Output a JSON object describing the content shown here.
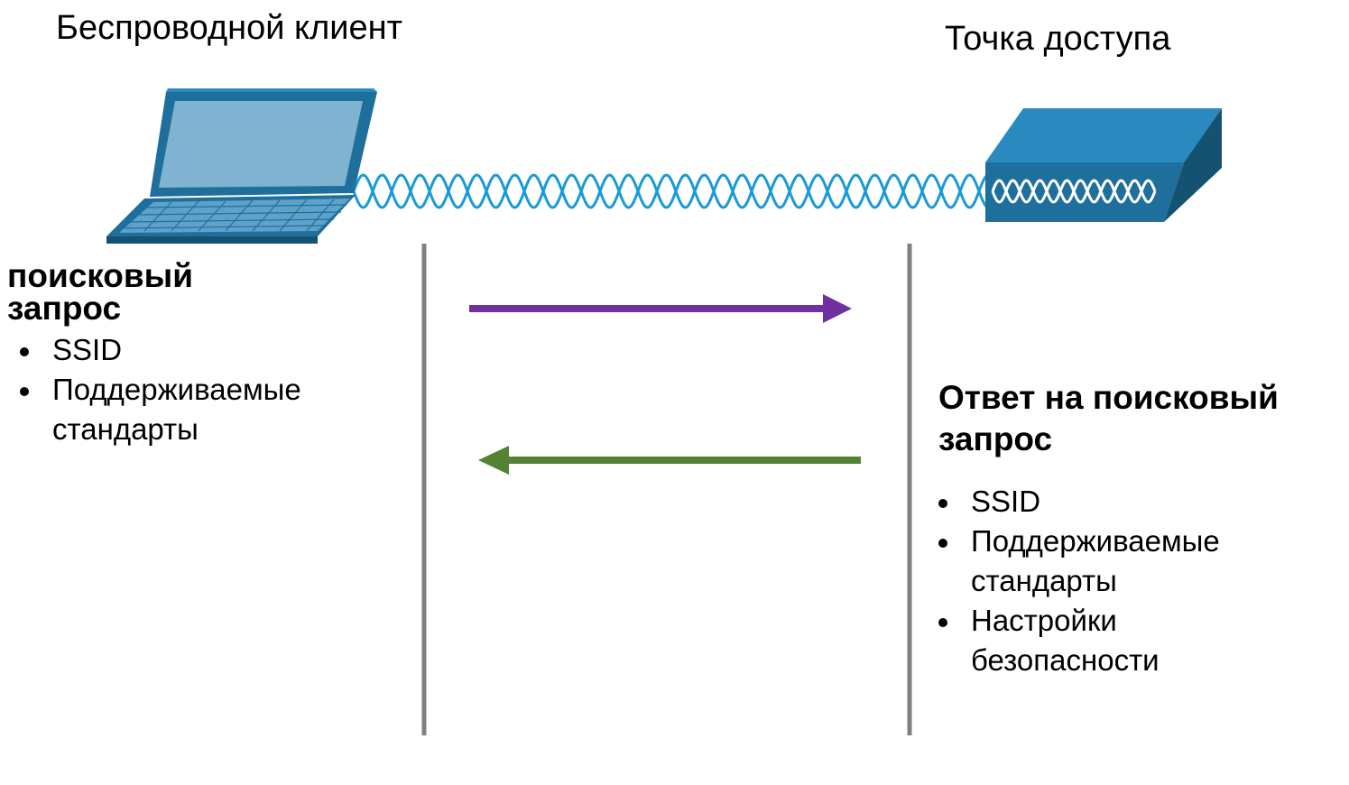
{
  "nodes": {
    "client": {
      "label": "Беспроводной клиент",
      "icon": "laptop-icon"
    },
    "access_point": {
      "label": "Точка доступа",
      "icon": "access-point-icon"
    }
  },
  "link": {
    "icon": "wireless-signal-icon",
    "color": "#1a9ad6"
  },
  "messages": {
    "probe_request": {
      "title": "поисковый запрос",
      "title_line1": "поисковый",
      "title_line2": "запрос",
      "direction": "client-to-ap",
      "arrow_color": "#7030a0",
      "items": [
        "SSID",
        "Поддерживаемые стандарты"
      ],
      "item1_line1": "Поддерживаемые",
      "item1_line2": "стандарты"
    },
    "probe_response": {
      "title": "Ответ на поисковый запрос",
      "title_line1": "Ответ на поисковый",
      "title_line2": "запрос",
      "direction": "ap-to-client",
      "arrow_color": "#548235",
      "items": [
        "SSID",
        "Поддерживаемые стандарты",
        "Настройки безопасности"
      ],
      "item1_line1": "Поддерживаемые",
      "item1_line2": "стандарты",
      "item2_line1": "Настройки",
      "item2_line2": "безопасности"
    }
  },
  "colors": {
    "timeline": "#808080",
    "device_blue": "#1f6f9c",
    "device_dark": "#155170",
    "device_light": "#2a8ac0"
  }
}
